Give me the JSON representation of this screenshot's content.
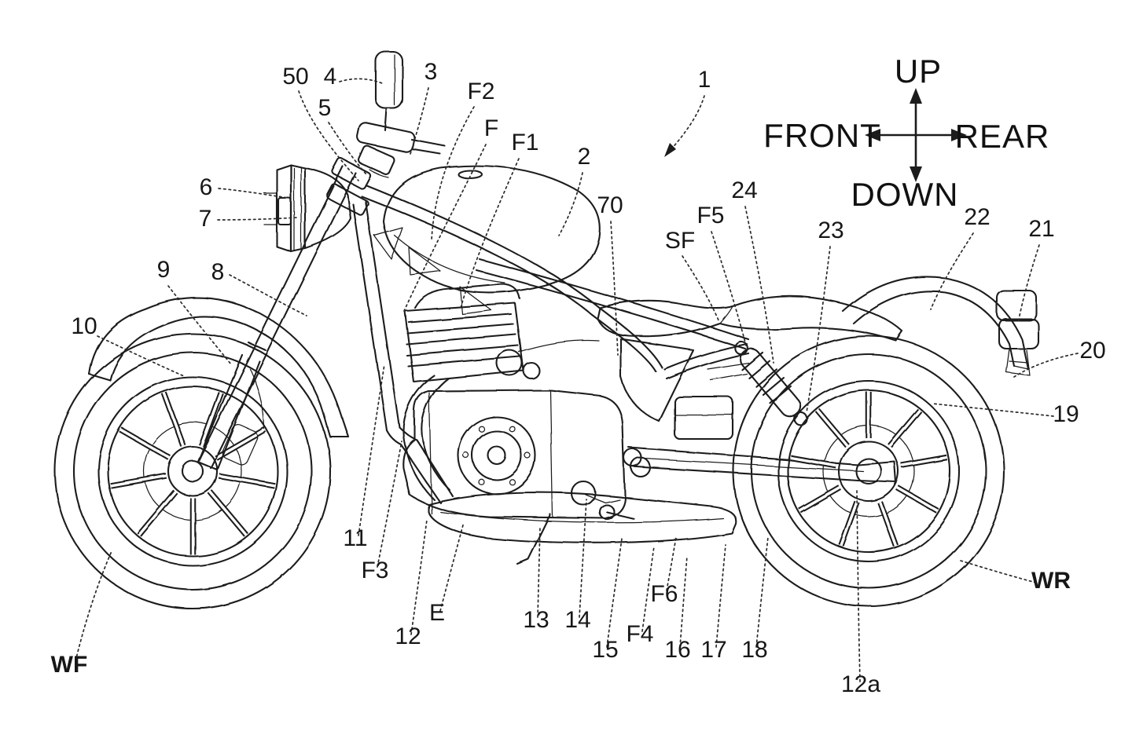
{
  "colors": {
    "ink": "#1c1c1c",
    "paper": "#ffffff"
  },
  "compass": {
    "up": "UP",
    "down": "DOWN",
    "front": "FRONT",
    "rear": "REAR"
  },
  "labels": {
    "50": "50",
    "4": "4",
    "5": "5",
    "3": "3",
    "F2": "F2",
    "F": "F",
    "F1": "F1",
    "2": "2",
    "1": "1",
    "70": "70",
    "SF": "SF",
    "F5": "F5",
    "24": "24",
    "23": "23",
    "22": "22",
    "21": "21",
    "20": "20",
    "19": "19",
    "6": "6",
    "7": "7",
    "9": "9",
    "8": "8",
    "10": "10",
    "11": "11",
    "F3": "F3",
    "E": "E",
    "12": "12",
    "13": "13",
    "14": "14",
    "15": "15",
    "F4": "F4",
    "F6": "F6",
    "16": "16",
    "17": "17",
    "18": "18",
    "12a": "12a",
    "WR": "WR",
    "WF": "WF"
  }
}
